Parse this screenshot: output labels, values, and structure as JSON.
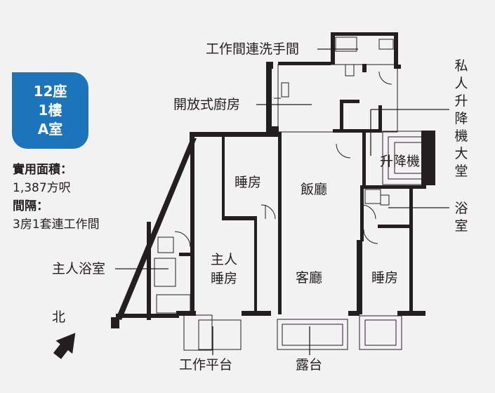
{
  "badge": {
    "line1": "12座",
    "line2": "1樓",
    "line3": "A室",
    "color": "#1a75bc"
  },
  "info": {
    "area_label": "實用面積：",
    "area_value": "1,387方呎",
    "layout_label": "間隔：",
    "layout_value": "3房1套連工作間"
  },
  "rooms": {
    "bedroom_upper": "睡房",
    "dining": "飯廳",
    "lift": "升降機",
    "master_line1": "主人",
    "master_line2": "睡房",
    "living": "客廳",
    "bedroom_right": "睡房"
  },
  "callouts": {
    "utility_room": "工作間連洗手間",
    "open_kitchen": "開放式廚房",
    "private_lobby": "私人升降機大堂",
    "bathroom": "浴室",
    "master_bath": "主人浴室",
    "utility_platform": "工作平台",
    "balcony": "露台"
  },
  "north": "北",
  "colors": {
    "wall": "#231f20",
    "line": "#231f20",
    "background": "#f2f2f3"
  }
}
